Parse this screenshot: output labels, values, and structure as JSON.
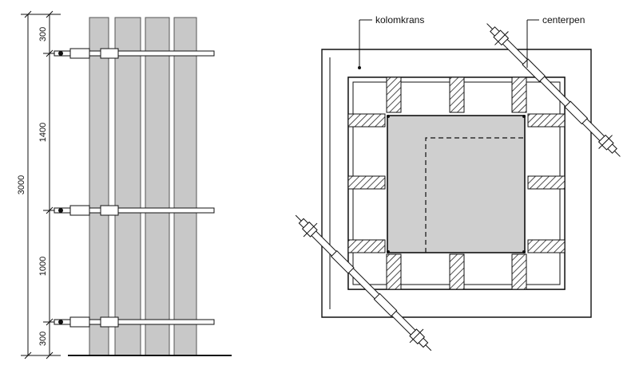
{
  "elevation": {
    "dim_total": "3000",
    "dims": [
      "300",
      "1400",
      "1000",
      "300"
    ]
  },
  "plan": {
    "label_kolomkrans": "kolomkrans",
    "label_centerpen": "centerpen"
  },
  "colors": {
    "panel": "#c8c8c8",
    "concrete": "#cfcfcf",
    "line": "#111111"
  }
}
